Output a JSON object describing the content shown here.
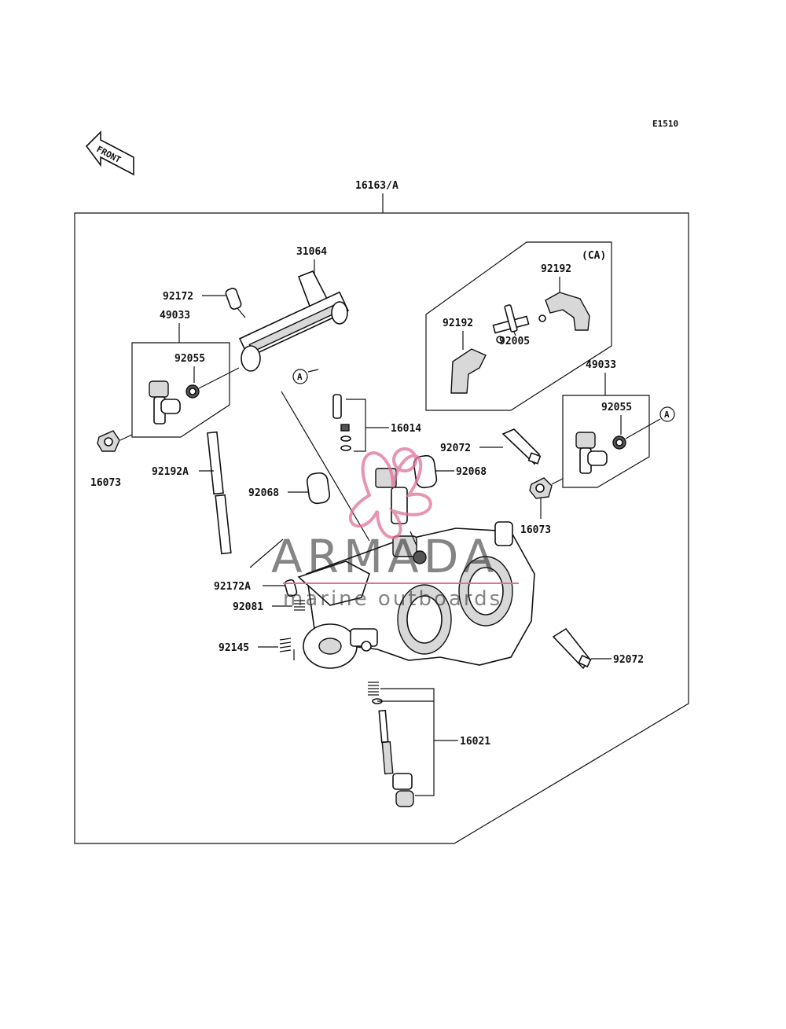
{
  "diagram_code": "E1510",
  "front_arrow_text": "FRONT",
  "assembly_label": "16163/A",
  "variant_label": "(CA)",
  "ref_marker": "A",
  "labels": {
    "p31064": "31064",
    "p92172": "92172",
    "p49033_left": "49033",
    "p92055_left": "92055",
    "p16073_left": "16073",
    "p92192A": "92192A",
    "p92192_top": "92192",
    "p92192_left": "92192",
    "p92005": "92005",
    "p49033_right": "49033",
    "p92055_right": "92055",
    "p16014": "16014",
    "p92072_top": "92072",
    "p92068_right": "92068",
    "p92068_left": "92068",
    "p16073_right": "16073",
    "p92172A": "92172A",
    "p92081": "92081",
    "p92145": "92145",
    "p92072_bottom": "92072",
    "p16021": "16021"
  },
  "watermark": {
    "title": "ARMADA",
    "subtitle": "marine outboards",
    "color": "#e0709a"
  }
}
